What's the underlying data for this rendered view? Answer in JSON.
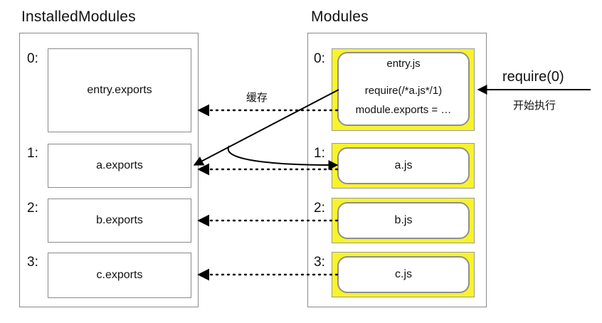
{
  "installed": {
    "title": "InstalledModules",
    "rows": [
      {
        "index": "0:",
        "label": "entry.exports"
      },
      {
        "index": "1:",
        "label": "a.exports"
      },
      {
        "index": "2:",
        "label": "b.exports"
      },
      {
        "index": "3:",
        "label": "c.exports"
      }
    ]
  },
  "modules": {
    "title": "Modules",
    "entry": {
      "index": "0:",
      "name": "entry.js",
      "require_line": "require(/*a.js*/1)",
      "exports_line": "module.exports = …"
    },
    "rows": [
      {
        "index": "1:",
        "label": "a.js"
      },
      {
        "index": "2:",
        "label": "b.js"
      },
      {
        "index": "3:",
        "label": "c.js"
      }
    ]
  },
  "annotations": {
    "cache": "缓存",
    "require_call": "require(0)",
    "start_exec": "开始执行"
  },
  "colors": {
    "module_highlight": "#f8f32b",
    "border": "#8a8a8a",
    "arrow": "#000000"
  }
}
